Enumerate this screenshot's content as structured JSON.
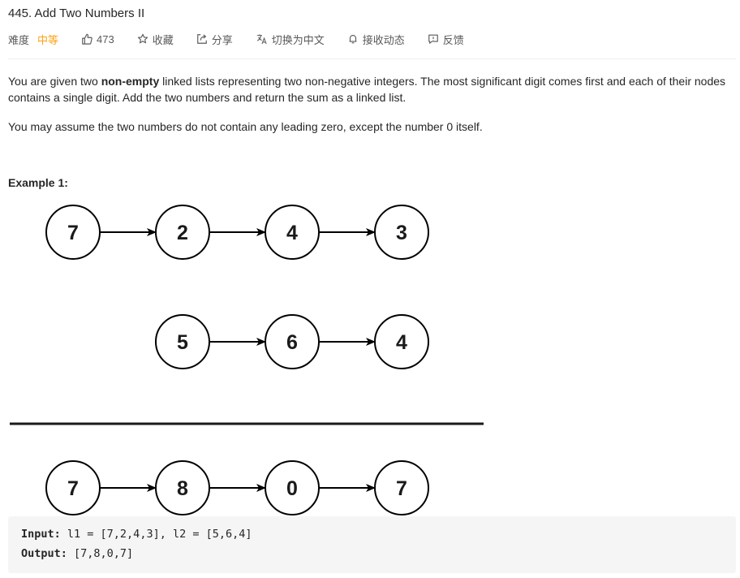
{
  "problem": {
    "title": "445. Add Two Numbers II",
    "difficulty_label": "难度",
    "difficulty_value": "中等",
    "likes": "473",
    "favorite_label": "收藏",
    "share_label": "分享",
    "switch_lang_label": "切换为中文",
    "subscribe_label": "接收动态",
    "feedback_label": "反馈"
  },
  "description": {
    "p1_before": "You are given two ",
    "p1_bold": "non-empty",
    "p1_after": " linked lists representing two non-negative integers. The most significant digit comes first and each of their nodes contains a single digit. Add the two numbers and return the sum as a linked list.",
    "p2": "You may assume the two numbers do not contain any leading zero, except the number 0 itself."
  },
  "example": {
    "title": "Example 1:",
    "list1": [
      "7",
      "2",
      "4",
      "3"
    ],
    "list2": [
      "5",
      "6",
      "4"
    ],
    "result": [
      "7",
      "8",
      "0",
      "7"
    ],
    "input_key": "Input:",
    "input_value": " l1 = [7,2,4,3], l2 = [5,6,4]",
    "output_key": "Output:",
    "output_value": " [7,8,0,7]"
  },
  "colors": {
    "difficulty_medium": "#ffa116",
    "text": "#262626",
    "muted": "#595959",
    "code_bg": "#f5f5f5"
  }
}
